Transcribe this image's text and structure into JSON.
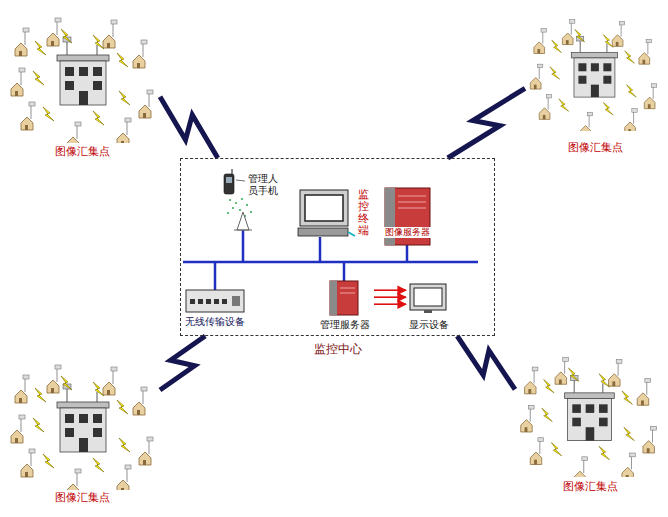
{
  "diagram": {
    "nodes": [
      {
        "text": [
          "图像汇集点"
        ]
      },
      {
        "text": [
          "图像汇集点"
        ]
      },
      {
        "text": [
          "监控中心"
        ]
      },
      {
        "text": [
          "管理人员手机"
        ],
        "in": 2
      },
      {
        "text": [
          "监控终端"
        ],
        "in": 2
      },
      {
        "text": [
          "图像服务器"
        ],
        "in": 2
      },
      {
        "text": [
          "无线传输设备"
        ],
        "in": 2
      },
      {
        "text": [
          "管理服务器"
        ],
        "in": 2
      },
      {
        "text": [
          "显示设备"
        ],
        "in": 2
      },
      {
        "text": [
          "图像汇集点"
        ]
      },
      {
        "text": [
          "图像汇集点"
        ]
      }
    ],
    "edges": [
      {
        "from": 2,
        "to": 0,
        "arrow": "none"
      },
      {
        "from": 2,
        "to": 1,
        "arrow": "none"
      },
      {
        "from": 2,
        "to": 9,
        "arrow": "none"
      },
      {
        "from": 2,
        "to": 10,
        "arrow": "none"
      },
      {
        "from": 7,
        "to": 8,
        "arrow": "to"
      }
    ]
  }
}
